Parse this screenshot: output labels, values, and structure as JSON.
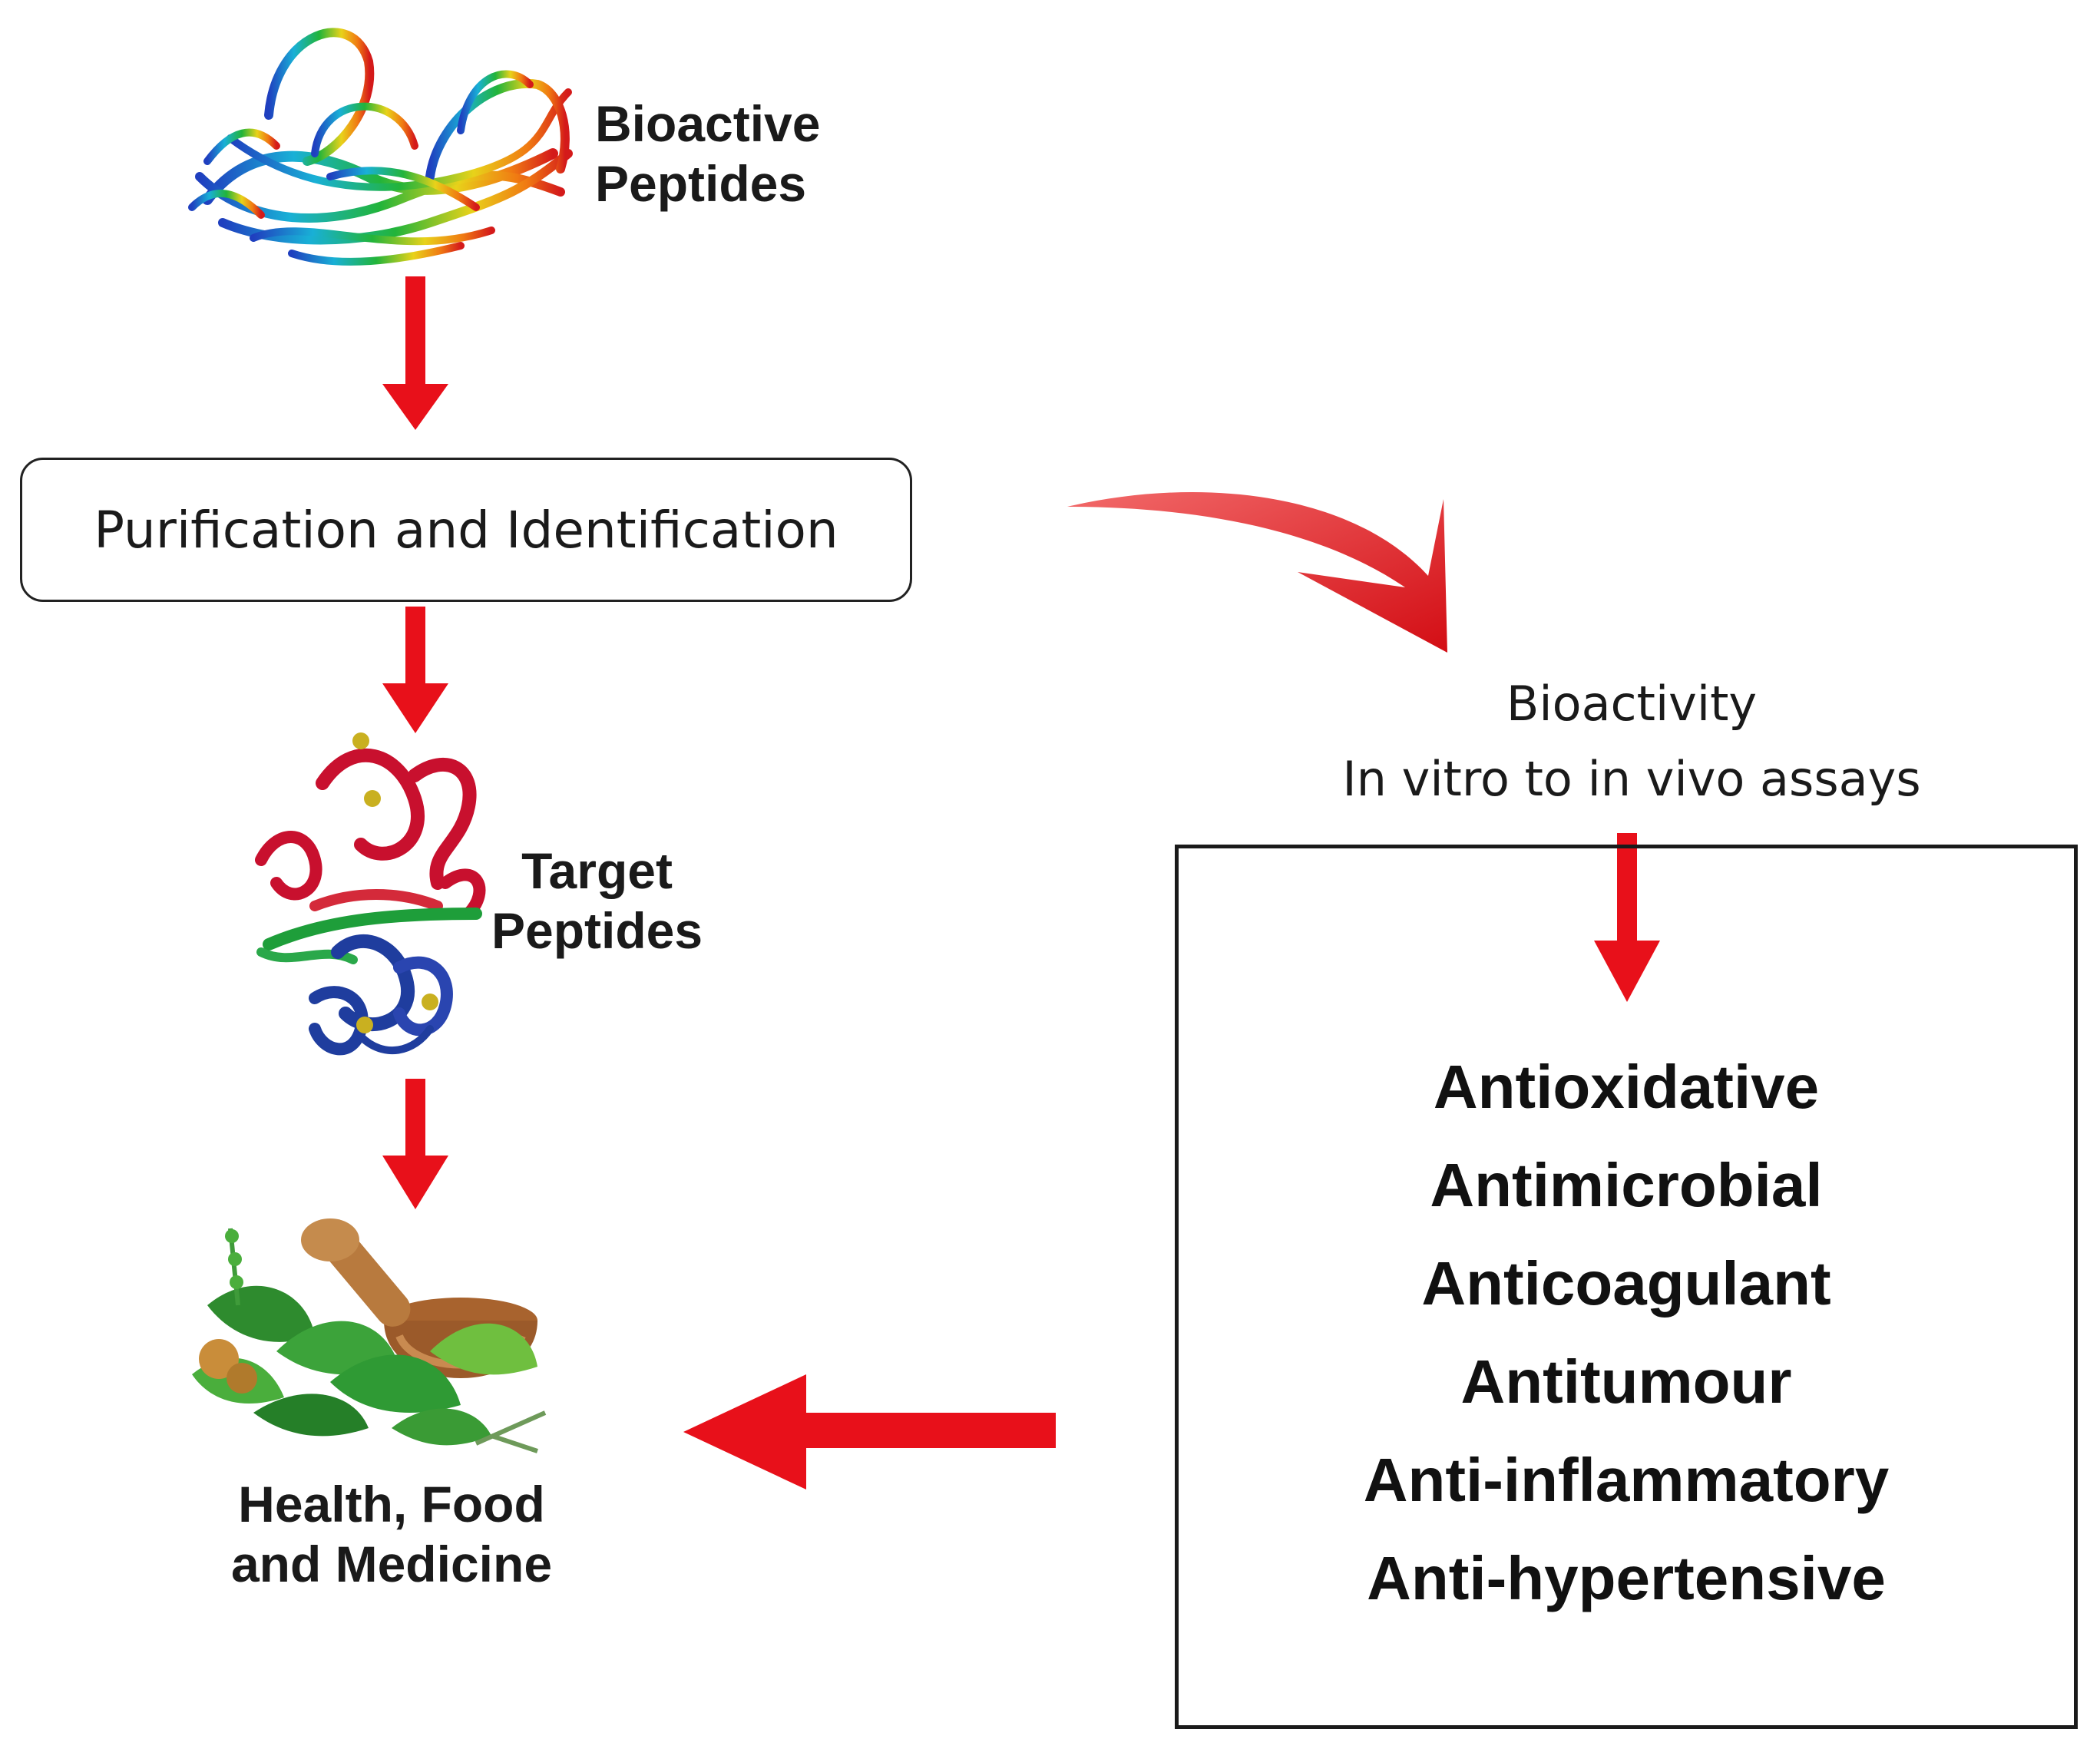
{
  "nodes": {
    "bioactive_peptides": "Bioactive\nPeptides",
    "purification": "Purification and Identification",
    "target_peptides": "Target\nPeptides",
    "health": "Health, Food\nand Medicine",
    "bioactivity_title": "Bioactivity",
    "bioactivity_subtitle": "In vitro to in vivo assays"
  },
  "activities": [
    "Antioxidative",
    "Antimicrobial",
    "Anticoagulant",
    "Antitumour",
    "Anti-inflammatory",
    "Anti-hypertensive"
  ],
  "colors": {
    "arrow": "#e8101a",
    "box_border": "#1a1a1a"
  }
}
